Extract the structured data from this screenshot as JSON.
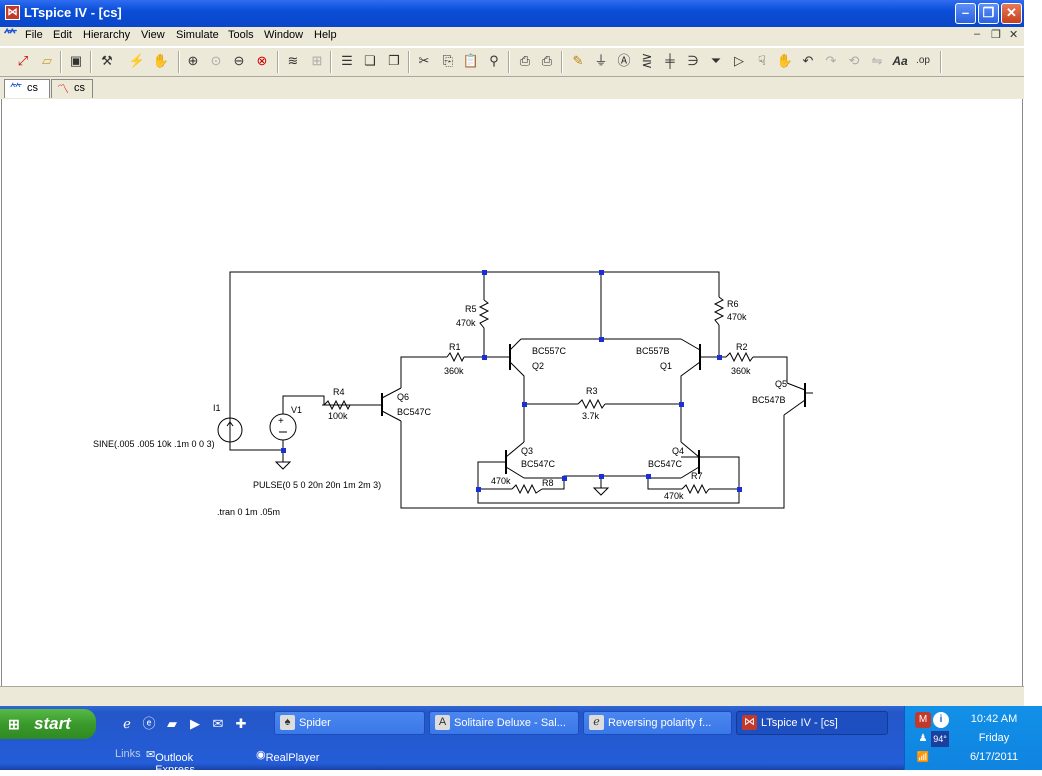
{
  "window": {
    "title": "LTspice IV - [cs]"
  },
  "menu": [
    "File",
    "Edit",
    "Hierarchy",
    "View",
    "Simulate",
    "Tools",
    "Window",
    "Help"
  ],
  "tabs": [
    {
      "label": "cs",
      "icon": "schematic-icon"
    },
    {
      "label": "cs",
      "icon": "waveform-icon"
    }
  ],
  "schematic": {
    "R1": {
      "name": "R1",
      "value": "360k"
    },
    "R2": {
      "name": "R2",
      "value": "360k"
    },
    "R3": {
      "name": "R3",
      "value": "3.7k"
    },
    "R4": {
      "name": "R4",
      "value": "100k"
    },
    "R5": {
      "name": "R5",
      "value": "470k"
    },
    "R6": {
      "name": "R6",
      "value": "470k"
    },
    "R7": {
      "name": "R7",
      "value": "470k"
    },
    "R8": {
      "name": "R8",
      "value": "470k"
    },
    "Q1": {
      "name": "Q1",
      "model": "BC557B"
    },
    "Q2": {
      "name": "Q2",
      "model": "BC557C"
    },
    "Q3": {
      "name": "Q3",
      "model": "BC547C"
    },
    "Q4": {
      "name": "Q4",
      "model": "BC547C"
    },
    "Q5": {
      "name": "Q5",
      "model": "BC547B"
    },
    "Q6": {
      "name": "Q6",
      "model": "BC547C"
    },
    "I1": {
      "name": "I1",
      "value": "SINE(.005 .005 10k .1m 0 0 3)"
    },
    "V1": {
      "name": "V1",
      "value": "PULSE(0 5 0 20n 20n 1m 2m 3)"
    },
    "directive": ".tran 0 1m .05m"
  },
  "taskbar": {
    "start": "start",
    "tasks": [
      {
        "label": "Spider",
        "active": false
      },
      {
        "label": "Solitaire Deluxe - Sal...",
        "active": false
      },
      {
        "label": "Reversing polarity f...",
        "active": false
      },
      {
        "label": "LTspice IV - [cs]",
        "active": true
      }
    ],
    "links_label": "Links",
    "links": [
      "Outlook Express",
      "RealPlayer"
    ],
    "tray": {
      "temp": "94°",
      "time": "10:42 AM",
      "day": "Friday",
      "date": "6/17/2011"
    }
  },
  "colors": {
    "wire": "#000000",
    "node": "#1a2fd6",
    "titlebar": "#0a4ed8",
    "taskbar": "#245dd8"
  }
}
